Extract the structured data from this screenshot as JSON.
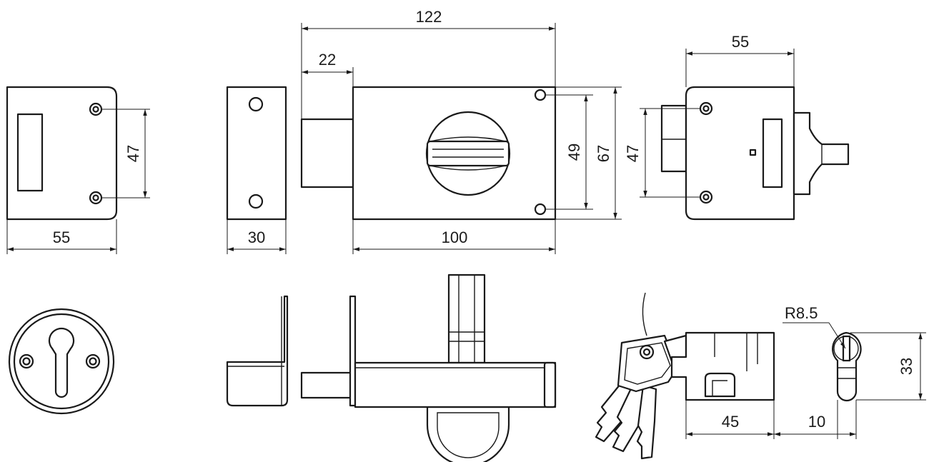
{
  "drawing": {
    "dimensions": {
      "keep_width": "55",
      "keep_hole_spacing": "47",
      "keep_depth": "30",
      "total_length": "122",
      "bolt_throw": "22",
      "case_width": "100",
      "case_hole_spacing": "49",
      "case_height": "67",
      "back_hole_spacing": "47",
      "back_width": "55",
      "cylinder_length": "45",
      "cylinder_width": "10",
      "cylinder_height": "33",
      "cylinder_radius": "R8.5"
    },
    "colors": {
      "line": "#1a1a1a",
      "background": "#ffffff"
    }
  }
}
